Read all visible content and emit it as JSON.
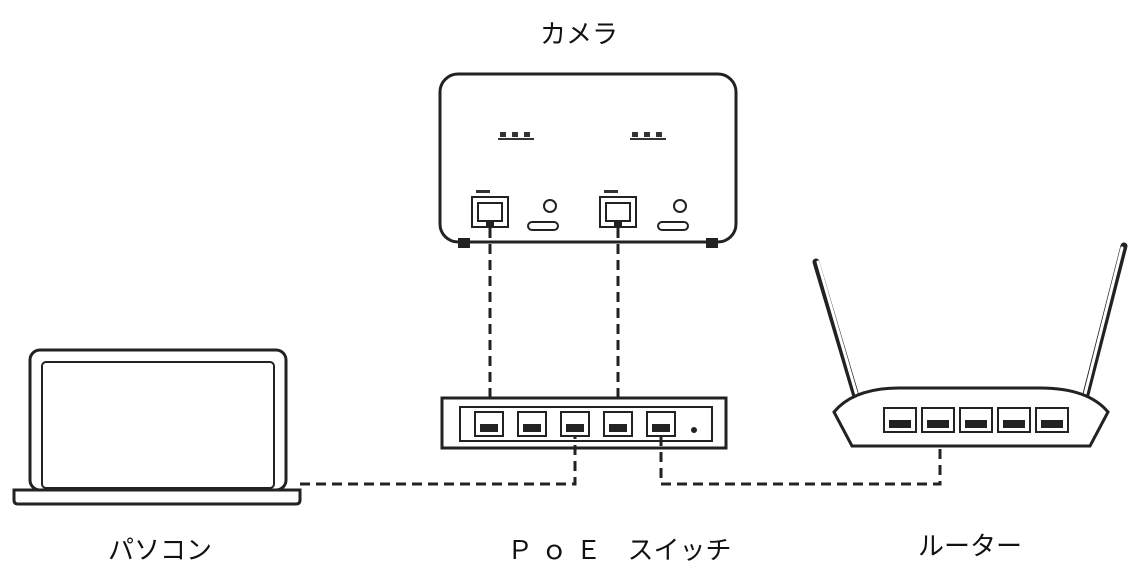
{
  "labels": {
    "camera": "カメラ",
    "pc": "パソコン",
    "switch": "Ｐ ｏ Ｅ　スイッチ",
    "router": "ルーター"
  }
}
